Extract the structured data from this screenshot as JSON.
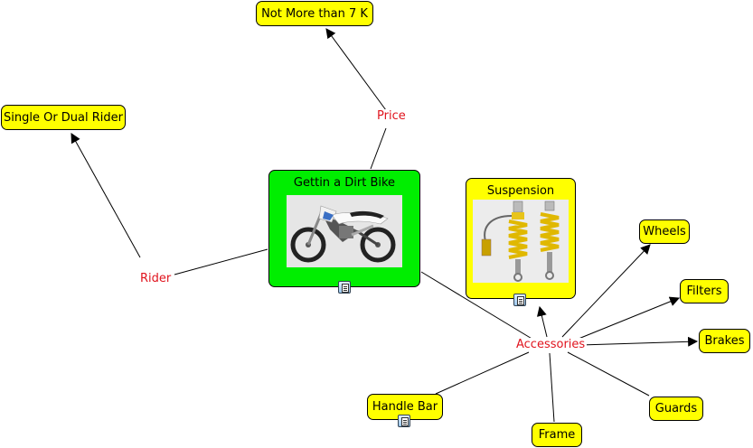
{
  "map": {
    "root": {
      "title": "Gettin a Dirt Bike",
      "image": "dirt-bike-photo"
    },
    "nodes": {
      "price_value": "Not More than 7 K",
      "rider_value": "Single Or Dual Rider",
      "suspension": "Suspension",
      "wheels": "Wheels",
      "filters": "Filters",
      "brakes": "Brakes",
      "guards": "Guards",
      "frame": "Frame",
      "handle_bar": "Handle Bar"
    },
    "links": {
      "price": "Price",
      "rider": "Rider",
      "accessories": "Accessories"
    }
  },
  "colors": {
    "concept": "#ffff00",
    "root_concept": "#00ee00",
    "link_text": "#e0141e",
    "line": "#000000"
  },
  "icons": [
    "document-icon",
    "arrow-head"
  ]
}
